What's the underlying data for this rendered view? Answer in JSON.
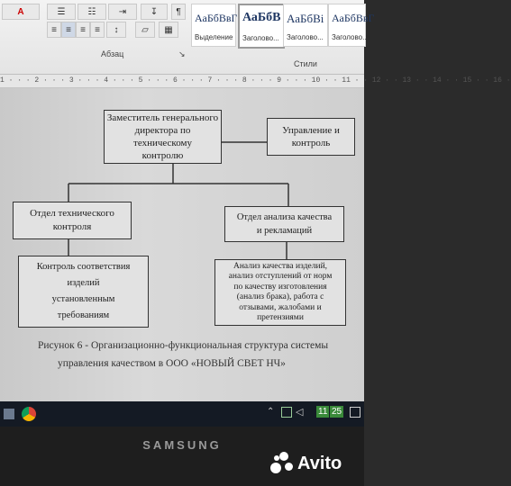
{
  "ribbon": {
    "paragraph_group_label": "Абзац",
    "styles_group_label": "Стили",
    "styles": [
      {
        "sample": "АаБбВвГ",
        "name": "Выделение"
      },
      {
        "sample": "АаБбВ",
        "name": "Заголово..."
      },
      {
        "sample": "АаБбВі",
        "name": "Заголово..."
      },
      {
        "sample": "АаБбВвГ",
        "name": "Заголово..."
      }
    ],
    "pilcrow": "¶"
  },
  "ruler": {
    "text": "1 · · · 2 · · · 3 · · · 4 · · · 5 · · · 6 · · · 7 · · · 8 · · · 9 · · · 10 · · 11 · · 12 · · 13 · · 14 · · 15 · · 16 ·"
  },
  "diagram": {
    "top_box": [
      "Заместитель генерального",
      "директора по техническому",
      "контролю"
    ],
    "right_box": [
      "Управление и",
      "контроль"
    ],
    "left_mid_box": [
      "Отдел технического",
      "контроля"
    ],
    "right_mid_box": [
      "Отдел анализа качества",
      "и рекламаций"
    ],
    "left_bottom_box": [
      "Контроль соответствия",
      "изделий",
      "установленным",
      "требованиям"
    ],
    "right_bottom_box": [
      "Анализ качества изделий,",
      "анализ отступлений от норм",
      "по качеству изготовления",
      "(анализ брака), работа с",
      "отзывами, жалобами и",
      "претензиями"
    ]
  },
  "caption": {
    "line1": "Рисунок 6 - Организационно-функциональная структура системы",
    "line2": "управления качеством в ООО «НОВЫЙ СВЕТ НЧ»"
  },
  "taskbar": {
    "clock_a": "11",
    "clock_b": "25"
  },
  "monitor": {
    "brand": "SAMSUNG"
  },
  "watermark": {
    "text": "Avito"
  }
}
